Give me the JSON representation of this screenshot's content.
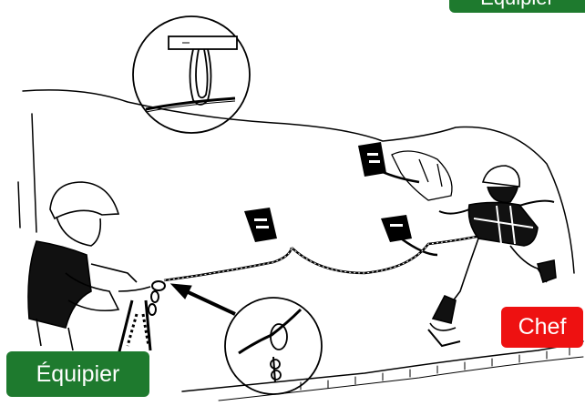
{
  "labels": {
    "top_clipped": "Équipier",
    "chef": "Chef",
    "equipier": "Équipier"
  },
  "colors": {
    "green_label": "#1e7a2e",
    "red_label": "#ee1111",
    "line_art": "#000000",
    "paper": "#ffffff"
  },
  "icons": {
    "detail_top": "anchor-sling-detail-icon",
    "detail_bottom": "carabiner-detail-icon",
    "pointer": "arrow-icon"
  }
}
